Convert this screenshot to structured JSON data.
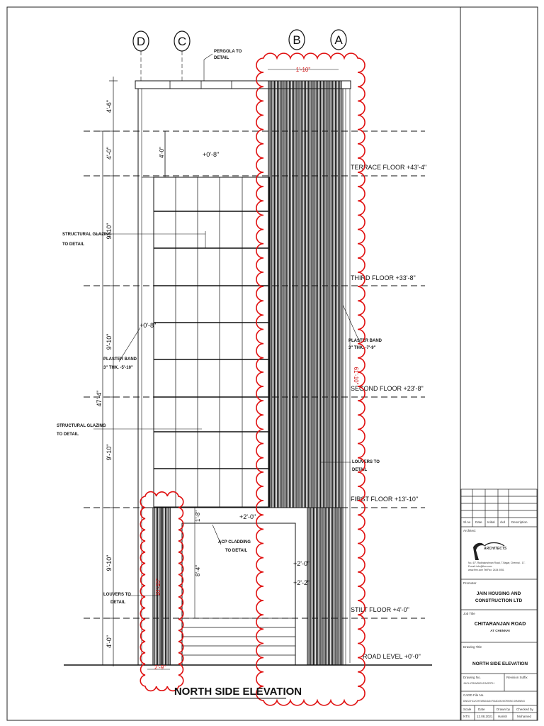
{
  "grid_labels": [
    "D",
    "C",
    "B",
    "A"
  ],
  "pergola_note": [
    "PERGOLA TO",
    "DETAIL"
  ],
  "floor_levels": [
    "TERRACE FLOOR +43'-4\"",
    "THIRD FLOOR +33'-8\"",
    "SECOND FLOOR +23'-8\"",
    "FIRST FLOOR +13'-10\"",
    "STILT FLOOR +4'-0\"",
    "ROAD LEVEL +0'-0\""
  ],
  "vertical_dims": [
    "4'-6\"",
    "4'-0\"",
    "9'-10\"",
    "9'-10\"",
    "9'-10\"",
    "9'-10\"",
    "4'-0\""
  ],
  "overall_height": "47'-4\"",
  "small_dims": {
    "parapet_drop": "4'-0\"",
    "top_width": "1'-10\"",
    "right_height": "61'-10\"",
    "left_box_height": "10'-10\"",
    "left_box_width": "2'-9\"",
    "stilt_drop": "1'-8\"",
    "stilt_inner": "8'-4\""
  },
  "offset_labels": {
    "terrace": "+0'-8\"",
    "mid": "+0'-8\"",
    "first": "+2'-0\"",
    "stilt_a": "+2'-0\"",
    "stilt_b": "+2'-2\""
  },
  "notes": {
    "glazing_upper": [
      "STRUCTURAL GLAZING",
      "TO DETAIL"
    ],
    "glazing_lower": [
      "STRUCTURAL GLAZING",
      "TO DETAIL"
    ],
    "plaster_left": [
      "PLASTER BAND",
      "3\" THK. -5'-10\""
    ],
    "plaster_right": [
      "PLASTER BAND",
      "3\" THK. -7'-9\""
    ],
    "louvers_right": [
      "LOUVERS TO",
      "DETAIL"
    ],
    "louvers_left": [
      "LOUVERS TO",
      "DETAIL"
    ],
    "acp": [
      "ACP CLADDING",
      "TO DETAIL"
    ]
  },
  "drawing_title": "NORTH SIDE ELEVATION",
  "title_block": {
    "rev_headers": [
      "Sl.no",
      "Date",
      "Initial",
      "ckd",
      "Description"
    ],
    "architect_label": "Architect",
    "firm_lines": [
      "No. 4/7, Radhakrishnan Road, T.Nagar, Chennai - 17.",
      "E-mail: info@firm.com",
      "www.firm.com  Tel/Fax: 2434 0051"
    ],
    "promoter_label": "Promoter",
    "promoter": [
      "JAIN HOUSING AND",
      "CONSTRUCTION LTD"
    ],
    "job_title_label": "Job Title",
    "job_title": "CHITARANJAN ROAD",
    "job_sub": "AT CHENNAI",
    "drawing_title_label": "Drawing Title",
    "drawing_title": "NORTH SIDE ELEVATION",
    "drawing_no_label": "Drawing No.",
    "drawing_no": "JHCL/CR/WD/ELE/NORTH",
    "revision_label": "Revision Suffix",
    "cadd_label": "CADD File No.",
    "cadd_file": "DWG/JHCL/CHITARANJAN ROAD/05-WORKING DRAWING",
    "foot_headers": [
      "Scale",
      "Date",
      "Drawn by",
      "Checked by"
    ],
    "foot_values": [
      "NTS",
      "12.08.2021",
      "Harish",
      "Mohamed"
    ]
  }
}
